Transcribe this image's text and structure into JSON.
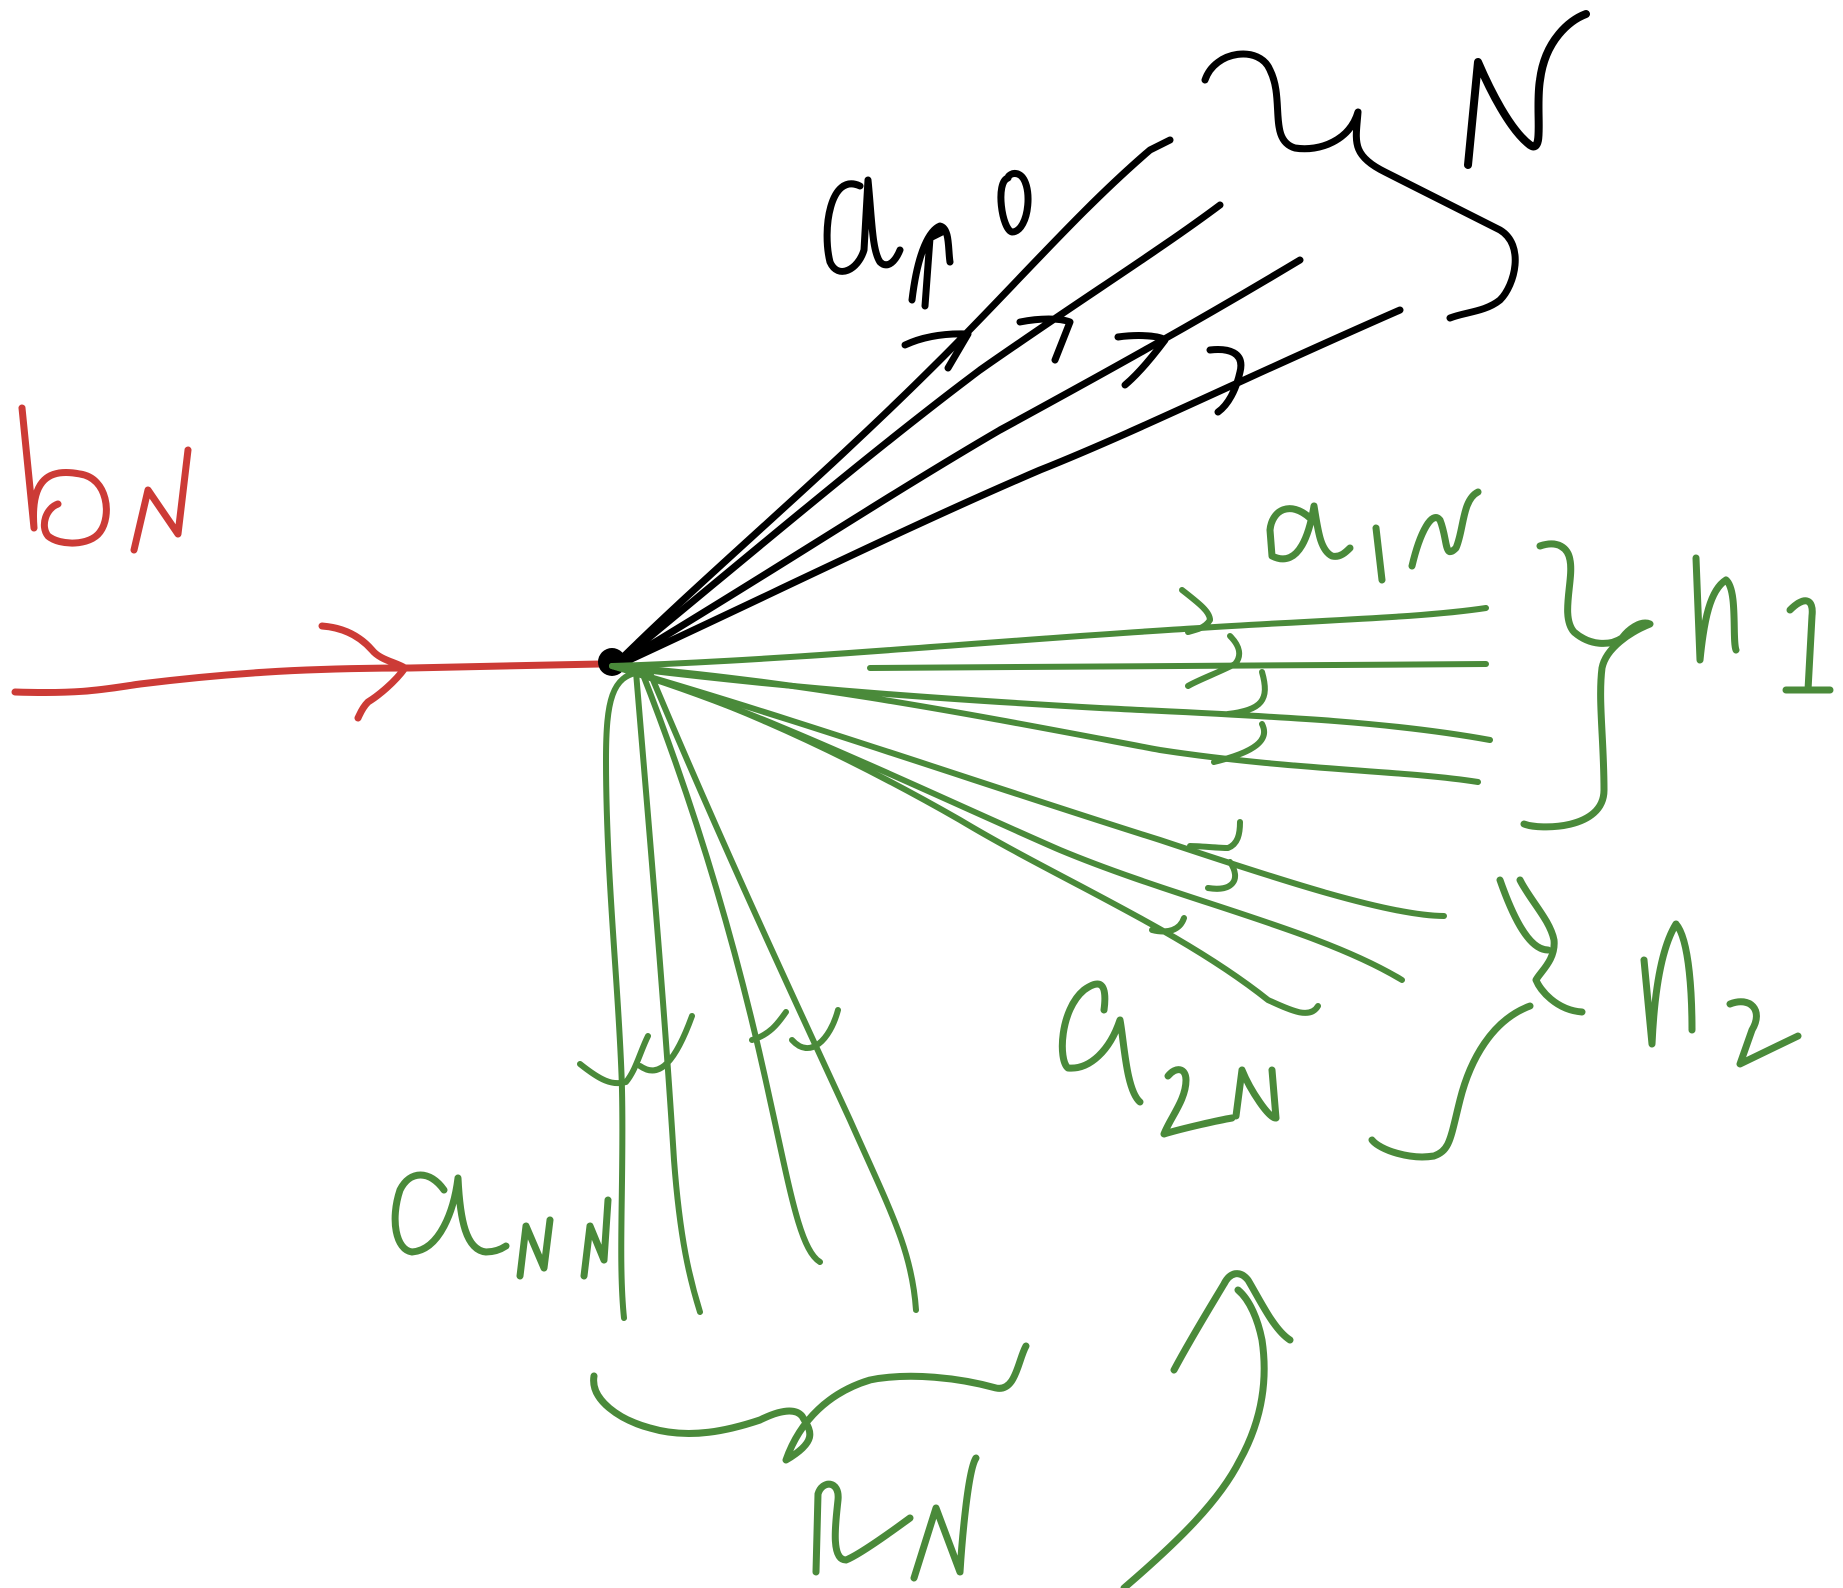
{
  "colors": {
    "red": "#cc3b36",
    "black": "#000000",
    "green": "#4a8a3a"
  },
  "labels": {
    "incoming": {
      "main": "b",
      "sub": "N"
    },
    "black_group": {
      "main": "a",
      "sub": "N0"
    },
    "black_count": "N",
    "green_group1": {
      "main": "a",
      "sub": "1N"
    },
    "green_count1": "n1",
    "green_group1_sub": "1",
    "green_group2": {
      "main": "a",
      "sub": "2N"
    },
    "green_count2": "n2",
    "green_group2_sub": "2",
    "green_groupN": {
      "main": "a",
      "sub": "NN"
    },
    "green_countN": "nN",
    "green_groupN_sub": "N"
  }
}
